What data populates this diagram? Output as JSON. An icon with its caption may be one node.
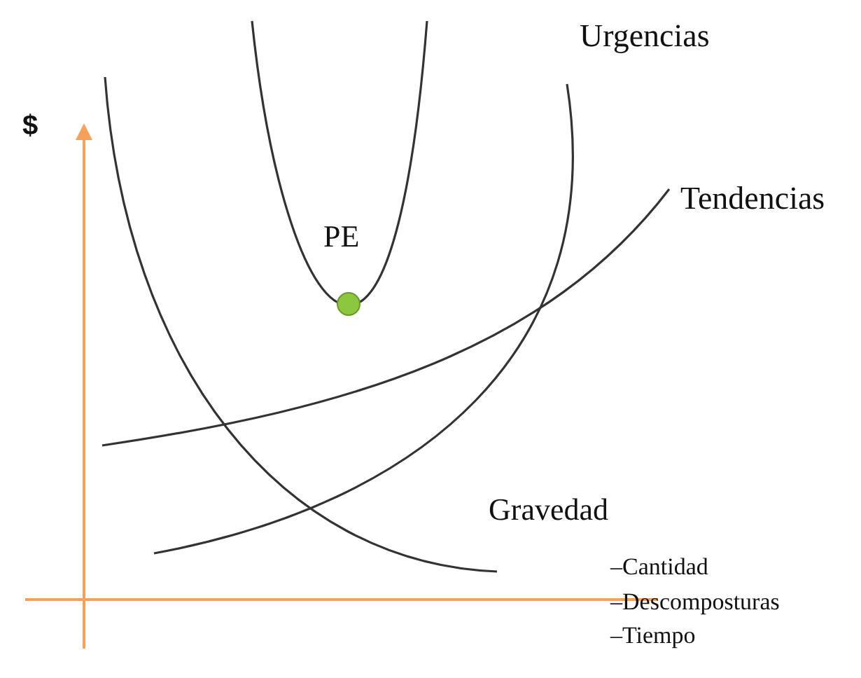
{
  "diagram": {
    "labels": [
      "$",
      "Urgencias",
      "Tendencias",
      "PE",
      "Gravedad",
      "–Cantidad",
      "–Descomposturas",
      "–Tiempo"
    ]
  }
}
